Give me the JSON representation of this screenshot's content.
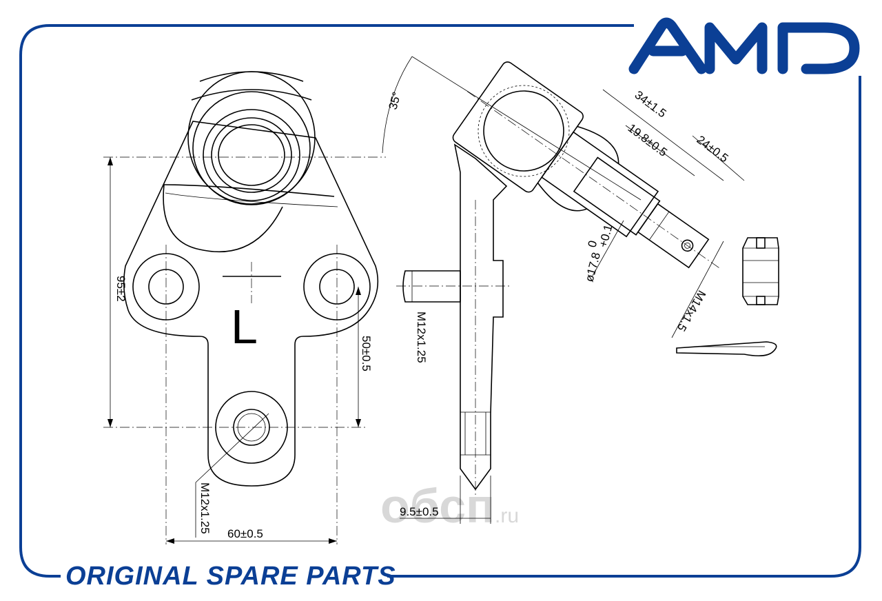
{
  "brand": {
    "logo_text": "AMD",
    "tagline": "ORIGINAL SPARE PARTS",
    "color": "#0b3f95"
  },
  "watermark": {
    "name": "обсп",
    "suffix": ".ru"
  },
  "part": {
    "side_mark": "L"
  },
  "dimensions": {
    "angle": "35°",
    "height": "95±2",
    "hole_spacing_vertical": "50±0.5",
    "hole_spacing_horizontal": "60±0.5",
    "bottom_thread": "M12x1.25",
    "side_thread": "M12x1.25",
    "plate_thickness": "9.5±0.5",
    "stud_length": "34±1.5",
    "taper_length": "19.8±0.5",
    "thread_length": "24±0.5",
    "taper_diameter": "ø17.8",
    "taper_tolerance": "+0.1",
    "taper_tolerance_low": "0",
    "stud_thread": "M14x1.5"
  }
}
